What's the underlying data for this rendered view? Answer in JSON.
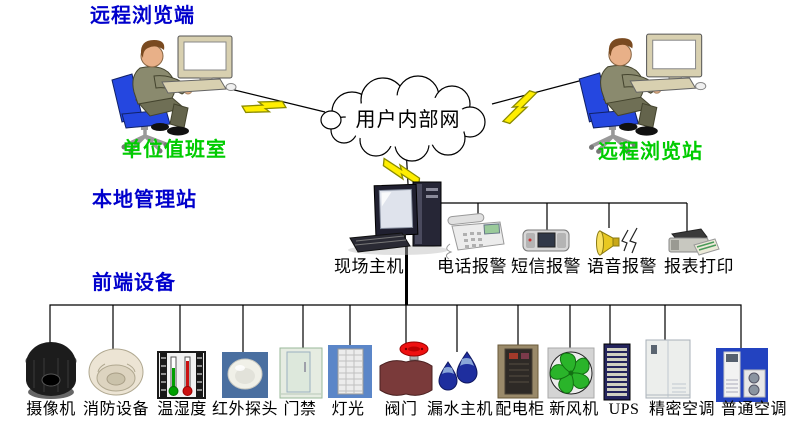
{
  "section_labels": {
    "remote_browse_end": "远程浏览端",
    "unit_duty_room": "单位值班室",
    "remote_browse_station": "远程浏览站",
    "local_management_station": "本地管理站",
    "front_end_devices": "前端设备"
  },
  "cloud": {
    "label": "用户内部网"
  },
  "host": {
    "label": "现场主机"
  },
  "alarm_outputs": [
    {
      "label": "电话报警",
      "icon": "telephone-icon"
    },
    {
      "label": "短信报警",
      "icon": "mobile-phone-icon"
    },
    {
      "label": "语音报警",
      "icon": "speaker-icon"
    },
    {
      "label": "报表打印",
      "icon": "printer-icon"
    }
  ],
  "front_devices": [
    {
      "label": "摄像机",
      "icon": "dome-camera-icon"
    },
    {
      "label": "消防设备",
      "icon": "smoke-detector-icon"
    },
    {
      "label": "温湿度",
      "icon": "thermometer-icon"
    },
    {
      "label": "红外探头",
      "icon": "infrared-sensor-icon"
    },
    {
      "label": "门禁",
      "icon": "door-access-icon"
    },
    {
      "label": "灯光",
      "icon": "light-panel-icon"
    },
    {
      "label": "阀门",
      "icon": "valve-icon"
    },
    {
      "label": "漏水主机",
      "icon": "water-leak-icon"
    },
    {
      "label": "配电柜",
      "icon": "power-cabinet-icon"
    },
    {
      "label": "新风机",
      "icon": "fresh-air-fan-icon"
    },
    {
      "label": "UPS",
      "icon": "ups-rack-icon"
    },
    {
      "label": "精密空调",
      "icon": "precision-ac-icon"
    },
    {
      "label": "普通空调",
      "icon": "ordinary-ac-icon"
    }
  ],
  "colors": {
    "blue_label": "#0000cc",
    "green_label": "#00cc00",
    "device_label": "#000000",
    "lightning": "#ffee00",
    "chair_blue": "#2547e0"
  }
}
